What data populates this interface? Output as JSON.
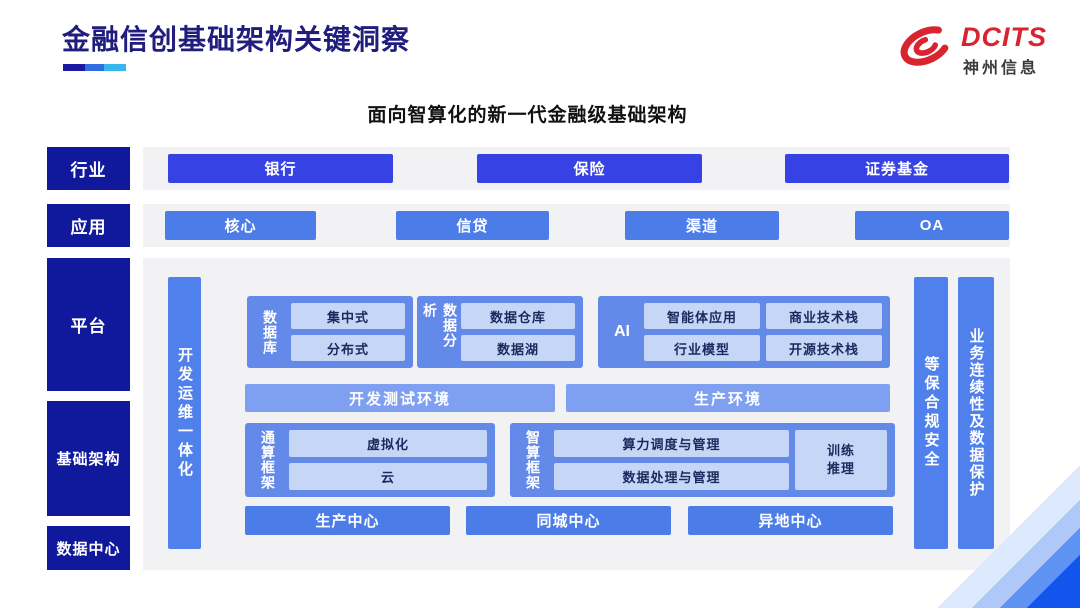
{
  "header": {
    "title": "金融信创基础架构关键洞察",
    "logo_brand": "DCITS",
    "logo_name": "神州信息"
  },
  "diagram_title": "面向智算化的新一代金融级基础架构",
  "layers": {
    "industry": "行业",
    "application": "应用",
    "platform": "平台",
    "infrastructure": "基础架构",
    "datacenter": "数据中心"
  },
  "industries": [
    "银行",
    "保险",
    "证券基金"
  ],
  "applications": [
    "核心",
    "信贷",
    "渠道",
    "OA"
  ],
  "devops_bar": "开发运维一体化",
  "security_bar": "等保合规安全",
  "continuity_bar": "业务连续性及数据保护",
  "platform_groups": {
    "database": {
      "label": "数据库",
      "items": [
        "集中式",
        "分布式"
      ]
    },
    "analytics": {
      "label": "数据分析",
      "items": [
        "数据仓库",
        "数据湖"
      ]
    },
    "ai": {
      "label": "AI",
      "items": [
        "智能体应用",
        "商业技术栈",
        "行业模型",
        "开源技术栈"
      ]
    }
  },
  "environments": [
    "开发测试环境",
    "生产环境"
  ],
  "frameworks": {
    "general": {
      "label": "通算框架",
      "items": [
        "虚拟化",
        "云"
      ]
    },
    "intelligent": {
      "label": "智算框架",
      "items": [
        "算力调度与管理",
        "数据处理与管理"
      ],
      "side_item": "训练推理"
    }
  },
  "datacenters": [
    "生产中心",
    "同城中心",
    "异地中心"
  ],
  "colors": {
    "title_navy": "#201d7d",
    "layer_navy": "#10189c",
    "primary_blue": "#3742e4",
    "medium_blue": "#4b7ce8",
    "bar_blue": "#4f80ec",
    "group_blue": "#6389e9",
    "env_blue": "#7fa0f0",
    "chip_light": "#c6d6f6",
    "chip_text": "#1b2a5e",
    "brand_red": "#d9232e",
    "accent_cyan": "#38b7ee",
    "track_gray": "#f2f2f4"
  }
}
